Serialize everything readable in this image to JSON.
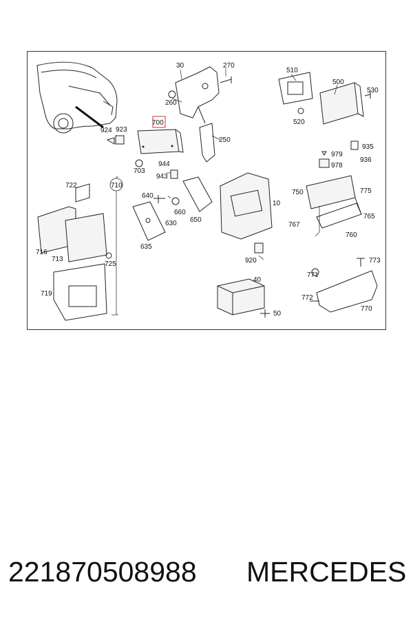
{
  "diagram": {
    "highlight_color": "#d9534f",
    "highlighted_callout": "700",
    "callouts": {
      "c30": "30",
      "c270": "270",
      "c510": "510",
      "c500": "500",
      "c530": "530",
      "c260": "260",
      "c520": "520",
      "c700": "700",
      "c924": "924",
      "c923": "923",
      "c250": "250",
      "c935": "935",
      "c979": "979",
      "c936": "936",
      "c978": "978",
      "c944": "944",
      "c703": "703",
      "c943": "943",
      "c722": "722",
      "c710": "710",
      "c640": "640",
      "c750": "750",
      "c775": "775",
      "c10": "10",
      "c660": "660",
      "c650": "650",
      "c765": "765",
      "c767": "767",
      "c630": "630",
      "c760": "760",
      "c716": "716",
      "c635": "635",
      "c713": "713",
      "c725": "725",
      "c920": "920",
      "c773": "773",
      "c40": "40",
      "c771": "771",
      "c719": "719",
      "c772": "772",
      "c770": "770",
      "c50": "50"
    }
  },
  "caption": {
    "part_number": "221870508988",
    "brand": "MERCEDES"
  }
}
